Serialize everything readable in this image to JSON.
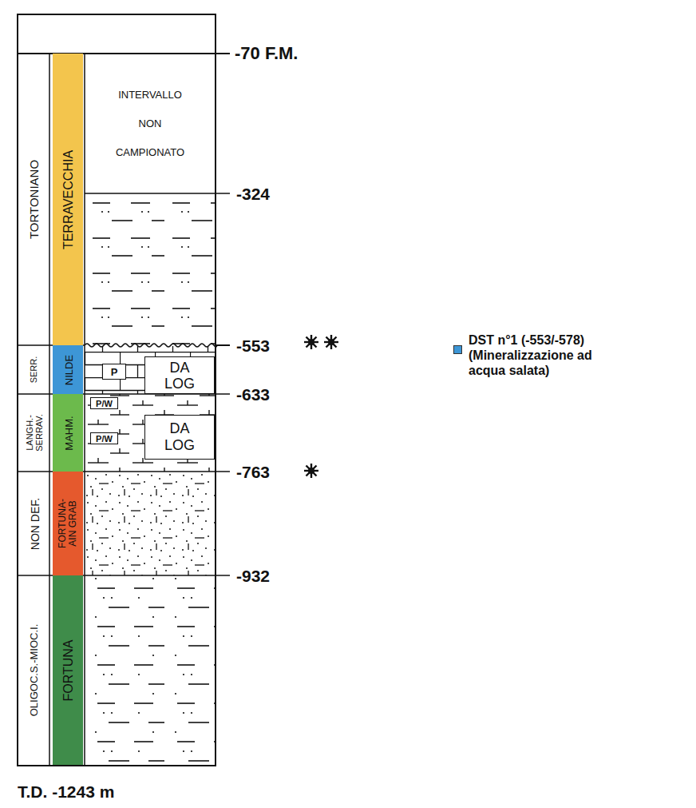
{
  "diagram": {
    "nodes": [
      {
        "text": [
          "TORTONIANO"
        ]
      },
      {
        "text": [
          "SERR."
        ]
      },
      {
        "text": [
          "LANGH.- SERRAV."
        ]
      },
      {
        "text": [
          "NON DEF."
        ]
      },
      {
        "text": [
          "OLIGOC.S.-MIOC.I."
        ]
      },
      {
        "text": [
          "TERRAVECCHIA"
        ]
      },
      {
        "text": [
          "NILDE"
        ]
      },
      {
        "text": [
          "MAHM."
        ]
      },
      {
        "text": [
          "FORTUNA- AIN GRAB"
        ]
      },
      {
        "text": [
          "FORTUNA"
        ]
      },
      {
        "text": [
          "INTERVALLO NON CAMPIONATO"
        ]
      },
      {
        "text": [
          "P"
        ]
      },
      {
        "text": [
          "DA LOG"
        ]
      },
      {
        "text": [
          "P/W"
        ]
      },
      {
        "text": [
          "P/W"
        ]
      },
      {
        "text": [
          "DA LOG"
        ]
      }
    ],
    "labels": [
      "-70 F.M.",
      "-324",
      "-553",
      "-633",
      "-763",
      "-932",
      "T.D. -1243 m"
    ],
    "legend": [
      {
        "text": "DST n°1 (-553/-578) (Mineralizzazione ad acqua salata)",
        "color": "#3d96d6"
      }
    ]
  }
}
